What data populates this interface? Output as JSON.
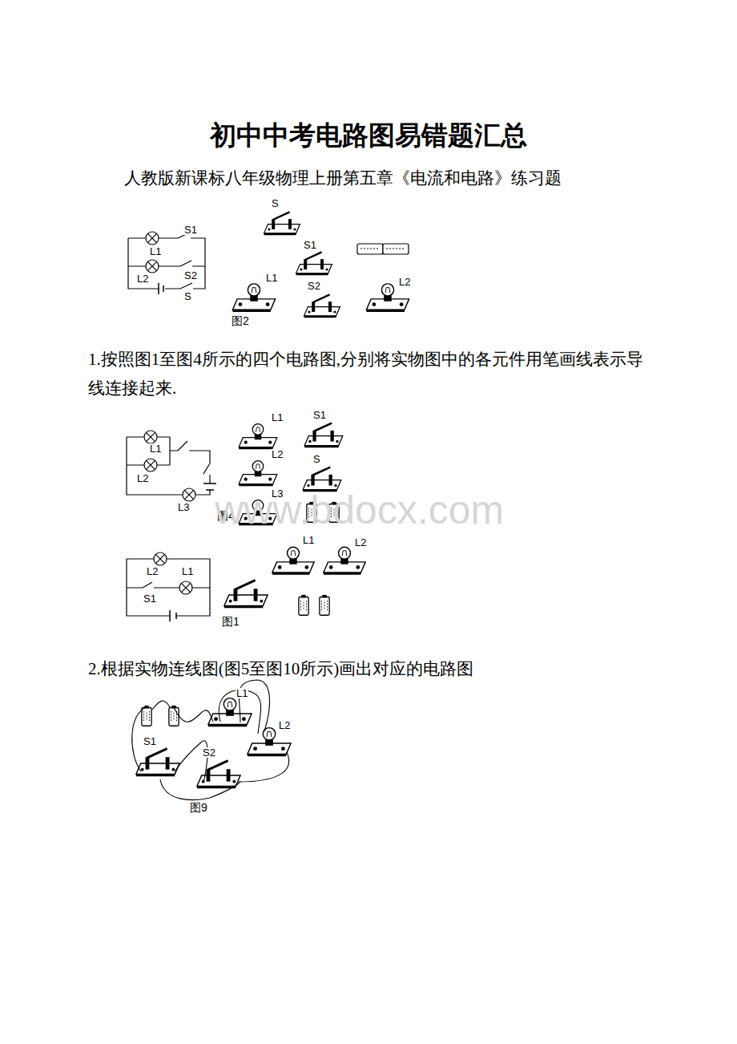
{
  "diagram": {
    "title": "初中中考电路图易错题汇总",
    "labels": [
      "人教版新课标八年级物理上册第五章《电流和电路》练习题",
      "L1",
      "S1",
      "L2",
      "S2",
      "S",
      "S",
      "S1",
      "L1",
      "S2",
      "L2",
      "图2",
      "1.按照图1至图4所示的四个电路图,分别将实物图中的各元件用笔画线表示导线连接起来.",
      "L1",
      "L2",
      "L3",
      "L1",
      "S1",
      "L2",
      "S",
      "L3",
      "图4",
      "www.bdocx.com",
      "L2",
      "L1",
      "S1",
      "L1",
      "L2",
      "图1",
      "2.根据实物连线图(图5至图10所示)画出对应的电路图",
      "L1",
      "L2",
      "S1",
      "S2",
      "图9"
    ]
  }
}
